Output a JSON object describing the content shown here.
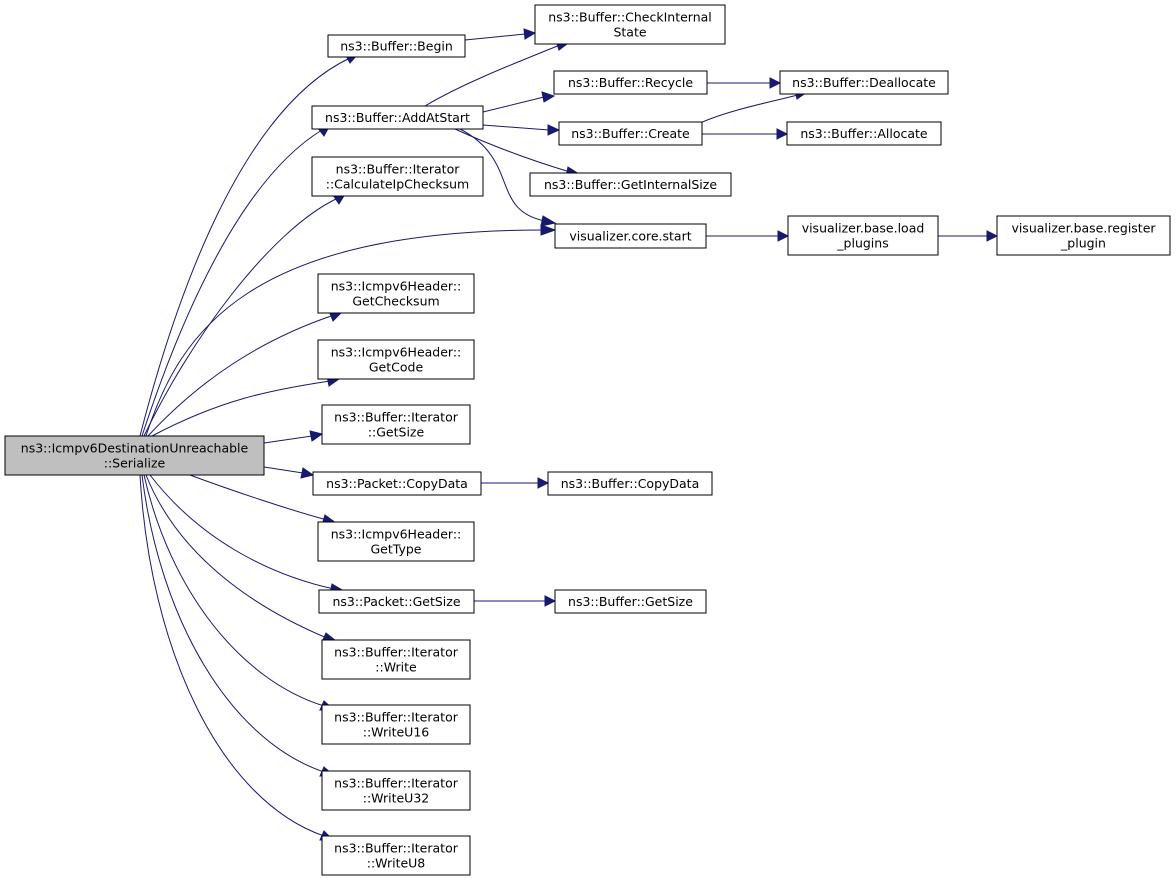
{
  "nodes": [
    {
      "id": "root",
      "lines": [
        "ns3::Icmpv6DestinationUnreachable",
        "::Serialize"
      ],
      "root": true,
      "name": "node-icmpv6-destination-unreachable-serialize"
    },
    {
      "id": "begin",
      "lines": [
        "ns3::Buffer::Begin"
      ],
      "name": "node-buffer-begin"
    },
    {
      "id": "addatstart",
      "lines": [
        "ns3::Buffer::AddAtStart"
      ],
      "name": "node-buffer-add-at-start"
    },
    {
      "id": "calcip",
      "lines": [
        "ns3::Buffer::Iterator",
        "::CalculateIpChecksum"
      ],
      "name": "node-buffer-iterator-calculate-ip-checksum"
    },
    {
      "id": "getchecksum",
      "lines": [
        "ns3::Icmpv6Header::",
        "GetChecksum"
      ],
      "name": "node-icmpv6-header-get-checksum"
    },
    {
      "id": "getcode",
      "lines": [
        "ns3::Icmpv6Header::",
        "GetCode"
      ],
      "name": "node-icmpv6-header-get-code"
    },
    {
      "id": "itgetsize",
      "lines": [
        "ns3::Buffer::Iterator",
        "::GetSize"
      ],
      "name": "node-buffer-iterator-get-size"
    },
    {
      "id": "pktcopydata",
      "lines": [
        "ns3::Packet::CopyData"
      ],
      "name": "node-packet-copy-data"
    },
    {
      "id": "gettype",
      "lines": [
        "ns3::Icmpv6Header::",
        "GetType"
      ],
      "name": "node-icmpv6-header-get-type"
    },
    {
      "id": "pktgetsize",
      "lines": [
        "ns3::Packet::GetSize"
      ],
      "name": "node-packet-get-size"
    },
    {
      "id": "write",
      "lines": [
        "ns3::Buffer::Iterator",
        "::Write"
      ],
      "name": "node-buffer-iterator-write"
    },
    {
      "id": "writeu16",
      "lines": [
        "ns3::Buffer::Iterator",
        "::WriteU16"
      ],
      "name": "node-buffer-iterator-write-u16"
    },
    {
      "id": "writeu32",
      "lines": [
        "ns3::Buffer::Iterator",
        "::WriteU32"
      ],
      "name": "node-buffer-iterator-write-u32"
    },
    {
      "id": "writeu8",
      "lines": [
        "ns3::Buffer::Iterator",
        "::WriteU8"
      ],
      "name": "node-buffer-iterator-write-u8"
    },
    {
      "id": "checkint",
      "lines": [
        "ns3::Buffer::CheckInternal",
        "State"
      ],
      "name": "node-buffer-check-internal-state"
    },
    {
      "id": "recycle",
      "lines": [
        "ns3::Buffer::Recycle"
      ],
      "name": "node-buffer-recycle"
    },
    {
      "id": "create",
      "lines": [
        "ns3::Buffer::Create"
      ],
      "name": "node-buffer-create"
    },
    {
      "id": "getinternalsize",
      "lines": [
        "ns3::Buffer::GetInternalSize"
      ],
      "name": "node-buffer-get-internal-size"
    },
    {
      "id": "vizstart",
      "lines": [
        "visualizer.core.start"
      ],
      "name": "node-visualizer-core-start"
    },
    {
      "id": "dealloc",
      "lines": [
        "ns3::Buffer::Deallocate"
      ],
      "name": "node-buffer-deallocate"
    },
    {
      "id": "alloc",
      "lines": [
        "ns3::Buffer::Allocate"
      ],
      "name": "node-buffer-allocate"
    },
    {
      "id": "loadplugins",
      "lines": [
        "visualizer.base.load",
        "_plugins"
      ],
      "name": "node-visualizer-base-load-plugins"
    },
    {
      "id": "registerplugin",
      "lines": [
        "visualizer.base.register",
        "_plugin"
      ],
      "name": "node-visualizer-base-register-plugin"
    },
    {
      "id": "bufcopydata",
      "lines": [
        "ns3::Buffer::CopyData"
      ],
      "name": "node-buffer-copy-data"
    },
    {
      "id": "bufgetsize",
      "lines": [
        "ns3::Buffer::GetSize"
      ],
      "name": "node-buffer-get-size"
    }
  ],
  "edges": [
    {
      "from": "root",
      "to": "begin"
    },
    {
      "from": "root",
      "to": "addatstart"
    },
    {
      "from": "root",
      "to": "calcip"
    },
    {
      "from": "root",
      "to": "vizstart"
    },
    {
      "from": "root",
      "to": "getchecksum"
    },
    {
      "from": "root",
      "to": "getcode"
    },
    {
      "from": "root",
      "to": "itgetsize"
    },
    {
      "from": "root",
      "to": "pktcopydata"
    },
    {
      "from": "root",
      "to": "gettype"
    },
    {
      "from": "root",
      "to": "pktgetsize"
    },
    {
      "from": "root",
      "to": "write"
    },
    {
      "from": "root",
      "to": "writeu16"
    },
    {
      "from": "root",
      "to": "writeu32"
    },
    {
      "from": "root",
      "to": "writeu8"
    },
    {
      "from": "begin",
      "to": "checkint"
    },
    {
      "from": "addatstart",
      "to": "checkint"
    },
    {
      "from": "addatstart",
      "to": "recycle"
    },
    {
      "from": "addatstart",
      "to": "create"
    },
    {
      "from": "addatstart",
      "to": "getinternalsize"
    },
    {
      "from": "addatstart",
      "to": "vizstart"
    },
    {
      "from": "recycle",
      "to": "dealloc"
    },
    {
      "from": "create",
      "to": "dealloc"
    },
    {
      "from": "create",
      "to": "alloc"
    },
    {
      "from": "vizstart",
      "to": "loadplugins"
    },
    {
      "from": "loadplugins",
      "to": "registerplugin"
    },
    {
      "from": "pktcopydata",
      "to": "bufcopydata"
    },
    {
      "from": "pktgetsize",
      "to": "bufgetsize"
    }
  ],
  "colors": {
    "edge": "#191970",
    "node_border": "#000000",
    "node_fill": "#ffffff",
    "root_fill": "#bfbfbf"
  }
}
